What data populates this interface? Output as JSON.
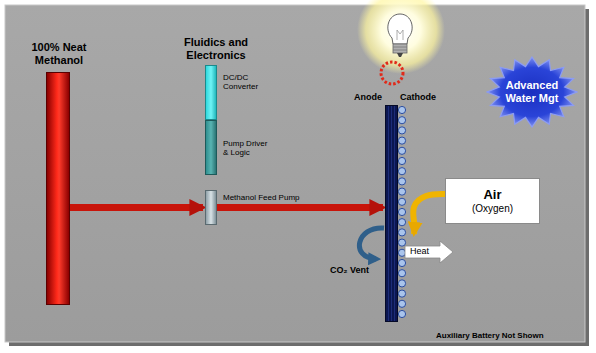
{
  "diagram": {
    "nodes": [
      {
        "text": [
          "100% Neat Methanol"
        ]
      },
      {
        "text": [
          "DC/DC Converter"
        ]
      },
      {
        "text": [
          "Pump Driver & Logic"
        ]
      },
      {
        "text": [
          "Methanol Feed Pump"
        ]
      },
      {
        "text": [
          "Anode",
          "Cathode"
        ]
      },
      {
        "text": [
          "Air",
          "(Oxygen)"
        ]
      },
      {
        "text": [
          "Advanced Water Mgt"
        ]
      }
    ],
    "edges": [
      {
        "from": 0,
        "to": 3,
        "arrow": "to"
      },
      {
        "from": 3,
        "to": 4,
        "arrow": "to"
      },
      {
        "from": 5,
        "to": 4,
        "arrow": "to"
      }
    ],
    "labels": [
      "Fluidics and Electronics",
      "Heat",
      "CO₂ Vent",
      "Auxiliary Battery Not Shown"
    ]
  }
}
